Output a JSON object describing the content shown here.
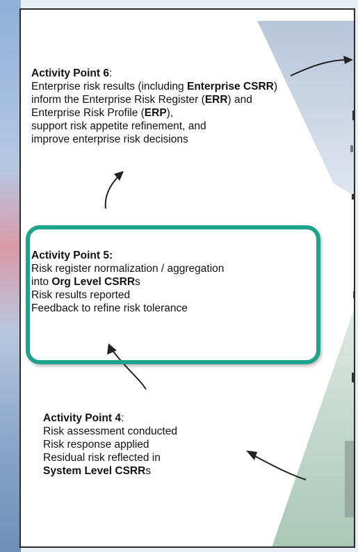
{
  "activity_points": {
    "ap6": {
      "title": "Activity Point 6",
      "title_suffix": ":",
      "line1_a": "Enterprise risk results (including ",
      "line1_b": "Enterprise CSRR",
      "line1_c": ")",
      "line2_a": "inform the Enterprise Risk Register (",
      "line2_b": "ERR",
      "line2_c": ") and",
      "line3_a": "Enterprise Risk Profile (",
      "line3_b": "ERP",
      "line3_c": "),",
      "line4": "support risk appetite refinement, and",
      "line5": "improve enterprise risk decisions"
    },
    "ap5": {
      "title": "Activity Point 5:",
      "line1": "Risk register normalization / aggregation",
      "line2_a": "into ",
      "line2_b": "Org Level CSRR",
      "line2_c": "s",
      "line3": "Risk results reported",
      "line4": "Feedback to refine risk tolerance"
    },
    "ap4": {
      "title": "Activity Point 4",
      "title_suffix": ":",
      "line1": "Risk assessment conducted",
      "line2": "Risk response applied",
      "line3": "Residual risk reflected in",
      "line4_a": "System Level CSRR",
      "line4_b": "s"
    }
  },
  "colors": {
    "highlight_box": "#1ea48c",
    "upper_triangle": "#b9c8dc",
    "lower_triangle": "#bcd4c8"
  }
}
